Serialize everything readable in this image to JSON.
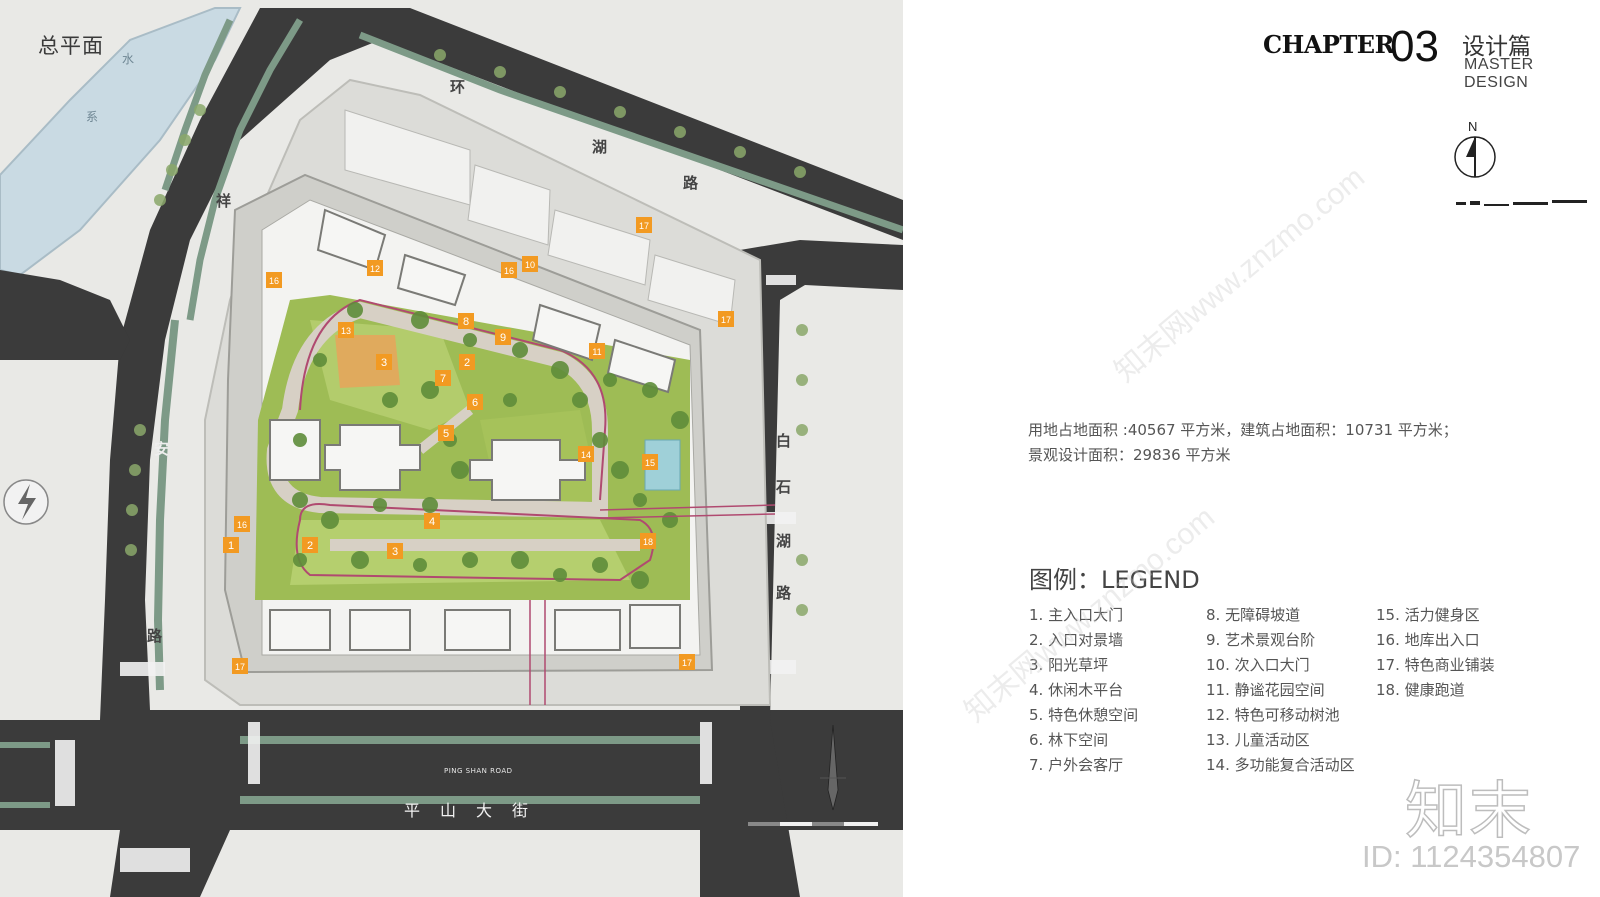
{
  "map": {
    "title": "总平面",
    "water_label": "水系",
    "roads": {
      "north": [
        "环",
        "湖",
        "路"
      ],
      "west": [
        "祥",
        "安",
        "路"
      ],
      "east": [
        "白",
        "石",
        "湖",
        "路"
      ],
      "south": "平山大街",
      "south_en": "PING SHAN ROAD"
    },
    "markers": [
      "1",
      "2",
      "3",
      "4",
      "5",
      "6",
      "7",
      "8",
      "9",
      "10",
      "11",
      "12",
      "13",
      "14",
      "15",
      "16",
      "17",
      "18"
    ]
  },
  "header": {
    "chapter_word": "CHAPTER",
    "chapter_number": "03",
    "section_cn": "设计篇",
    "section_en": "MASTER DESIGN",
    "north_letter": "N"
  },
  "stats": {
    "line1": "用地占地面积 :40567 平方米，建筑占地面积：10731 平方米；",
    "line2": "景观设计面积：29836 平方米"
  },
  "legend": {
    "title": "图例：LEGEND",
    "col1": [
      "1. 主入口大门",
      "2. 入口对景墙",
      "3. 阳光草坪",
      "4. 休闲木平台",
      "5. 特色休憩空间",
      "6. 林下空间",
      "7. 户外会客厅"
    ],
    "col2": [
      "8. 无障碍坡道",
      "9. 艺术景观台阶",
      "10. 次入口大门",
      "11. 静谧花园空间",
      "12. 特色可移动树池",
      "13. 儿童活动区",
      "14. 多功能复合活动区"
    ],
    "col3": [
      "15. 活力健身区",
      "16. 地库出入口",
      "17. 特色商业铺装",
      "18. 健康跑道"
    ]
  },
  "watermark": {
    "brand": "知末",
    "id": "ID: 1124354807",
    "url": "知末网www.znzmo.com"
  },
  "colors": {
    "asphalt": "#3b3b3b",
    "median": "#7d9a87",
    "marker": "#f29a22",
    "lawn": "#a6c25a",
    "tree": "#5f8d3a",
    "plaza": "#d8d8d4",
    "building": "#f3f3f1"
  }
}
